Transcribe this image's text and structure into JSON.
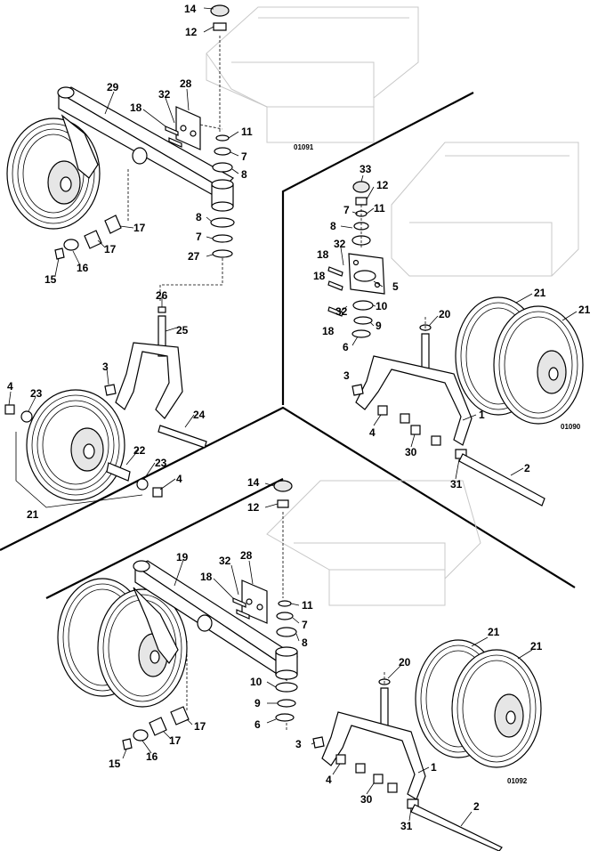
{
  "drawing_codes": {
    "top_left": "01091",
    "right": "01090",
    "bottom": "01092"
  },
  "callouts": {
    "top_left": [
      "14",
      "12",
      "29",
      "32",
      "28",
      "18",
      "11",
      "7",
      "8",
      "8",
      "7",
      "27",
      "17",
      "17",
      "16",
      "15",
      "26",
      "25",
      "3",
      "24",
      "4",
      "23",
      "22",
      "23",
      "4",
      "21"
    ],
    "right": [
      "33",
      "12",
      "7",
      "11",
      "8",
      "32",
      "18",
      "18",
      "5",
      "32",
      "10",
      "18",
      "9",
      "6",
      "21",
      "21",
      "20",
      "3",
      "1",
      "4",
      "30",
      "2",
      "31"
    ],
    "bottom": [
      "14",
      "12",
      "19",
      "32",
      "28",
      "18",
      "11",
      "7",
      "8",
      "10",
      "9",
      "6",
      "17",
      "17",
      "16",
      "15",
      "20",
      "21",
      "21",
      "3",
      "1",
      "4",
      "30",
      "2",
      "31"
    ]
  }
}
